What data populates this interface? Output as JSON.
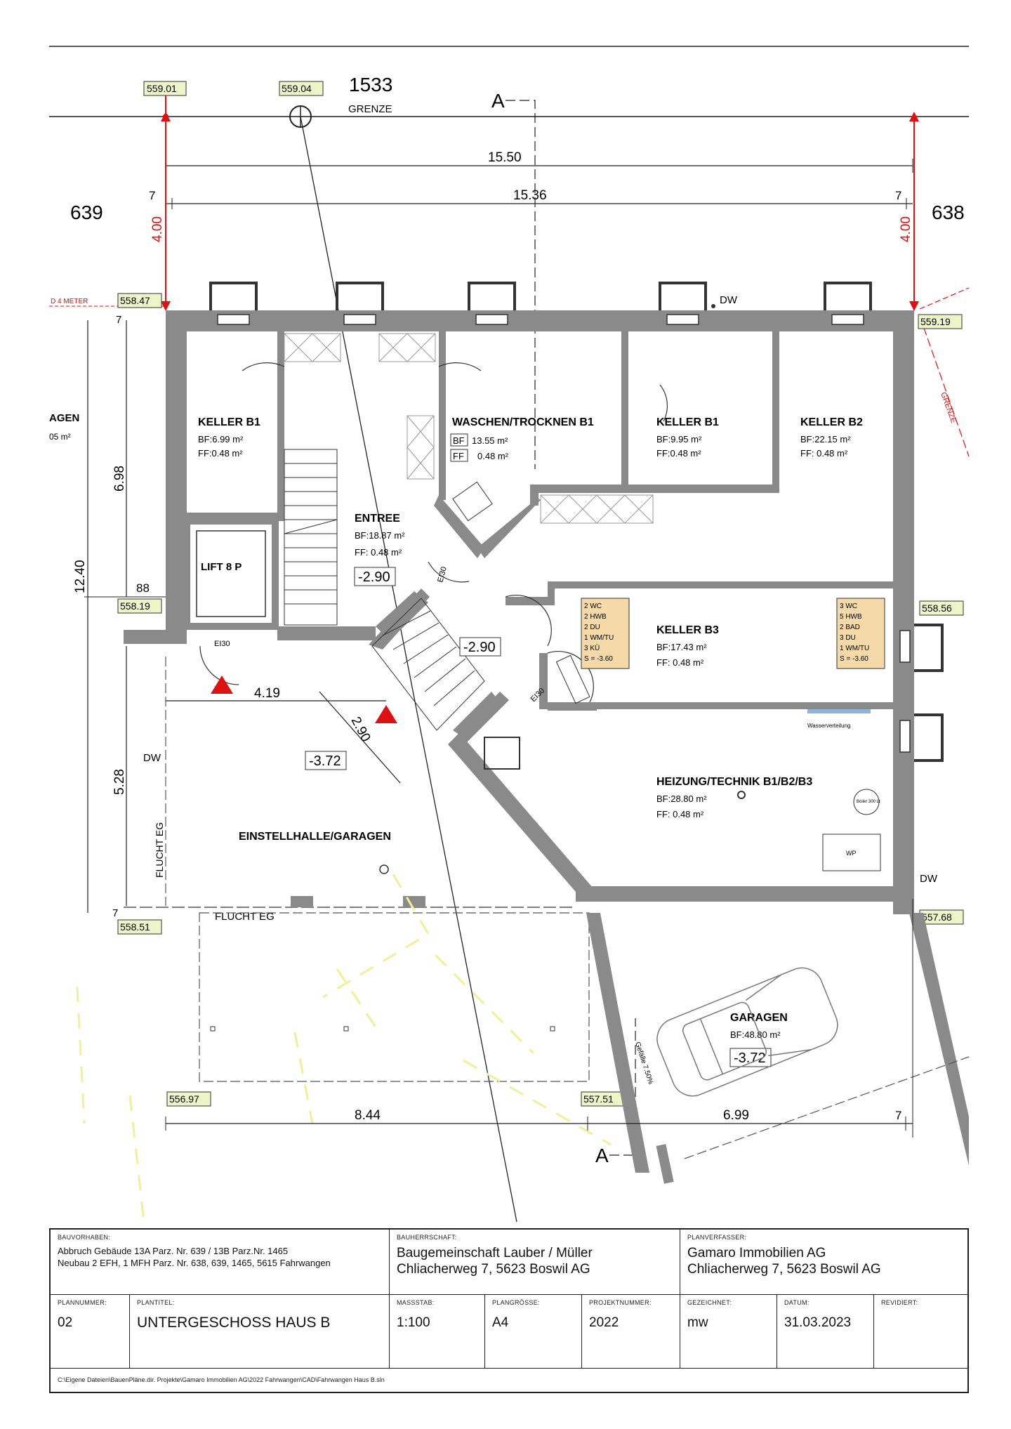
{
  "header": {
    "parcel_north": "1533",
    "boundary_label": "GRENZE",
    "parcel_west": "639",
    "parcel_east": "638",
    "section_marker": "A"
  },
  "elevations": {
    "e1": "559.01",
    "e2": "559.04",
    "e3": "558.47",
    "e4": "559.19",
    "e5": "558.19",
    "e6": "558.56",
    "e7": "558.51",
    "e8": "557.68",
    "e9": "556.97",
    "e10": "557.51"
  },
  "dimensions": {
    "total_width": "15.50",
    "inner_width": "15.36",
    "boundary_left": "4.00",
    "boundary_right": "4.00",
    "wall_left": "7",
    "wall_right": "7",
    "depth_total": "12.40",
    "depth_upper": "6.98",
    "depth_lower": "5.28",
    "d88": "88",
    "d419": "4.19",
    "d290": "2.90",
    "bottom_left": "8.44",
    "bottom_right": "6.99",
    "bottom_wall": "7",
    "corner_wall": "7"
  },
  "annotations": {
    "boundary_dist": "D 4 METER",
    "dw": "DW",
    "door_ei30": "EI30",
    "flucht": "FLUCHT EG",
    "wasserverteilung": "Wasserverteilung",
    "wp": "WP",
    "boiler": "Boiler 300 Lt",
    "grenze_diag": "GRENZE",
    "slope": "Gefälle 7.50%"
  },
  "rooms": {
    "keller_b1_left": {
      "name": "KELLER B1",
      "bf": "BF:6.99 m²",
      "ff": "FF:0.48 m²"
    },
    "waschen": {
      "name": "WASCHEN/TROCKNEN B1",
      "bf": "13.55 m²",
      "ff": "0.48 m²",
      "bf_tag": "BF",
      "ff_tag": "FF"
    },
    "keller_b1_right": {
      "name": "KELLER B1",
      "bf": "BF:9.95 m²",
      "ff": "FF:0.48 m²"
    },
    "keller_b2": {
      "name": "KELLER B2",
      "bf": "BF:22.15 m²",
      "ff": "FF:  0.48 m²"
    },
    "entree": {
      "name": "ENTREE",
      "bf": "BF:18.87 m²",
      "ff": "FF:  0.48 m²"
    },
    "lift": {
      "name": "LIFT 8 P"
    },
    "keller_b3": {
      "name": "KELLER B3",
      "bf": "BF:17.43 m²",
      "ff": "FF:  0.48 m²"
    },
    "heizung": {
      "name": "HEIZUNG/TECHNIK B1/B2/B3",
      "bf": "BF:28.80 m²",
      "ff": "FF:  0.48 m²"
    },
    "einstellhalle": {
      "name": "EINSTELLHALLE/GARAGEN"
    },
    "garagen": {
      "name": "GARAGEN",
      "bf": "BF:48.80 m²"
    },
    "garage_left": {
      "name": "AGEN",
      "bf": "05 m²"
    }
  },
  "levels": {
    "entree": "-2.90",
    "hall": "-2.90",
    "einstellhalle": "-3.72",
    "garagen": "-3.72"
  },
  "sanitary_left": [
    "2 WC",
    "2 HWB",
    "2 DU",
    "1 WM/TU",
    "3 KÜ",
    "S = -3.60"
  ],
  "sanitary_right": [
    "3 WC",
    "5 HWB",
    "2 BAD",
    "3 DU",
    "1 WM/TU",
    "S = -3.60"
  ],
  "title_block": {
    "bauvorhaben_label": "BAUVORHABEN:",
    "bauvorhaben_line1": "Abbruch Gebäude 13A Parz. Nr. 639 / 13B Parz.Nr. 1465",
    "bauvorhaben_line2": "Neubau 2 EFH, 1 MFH Parz. Nr. 638, 639, 1465, 5615 Fahrwangen",
    "bauherrschaft_label": "BAUHERRSCHAFT:",
    "bauherrschaft_line1": "Baugemeinschaft Lauber / Müller",
    "bauherrschaft_line2": "Chliacherweg 7, 5623 Boswil AG",
    "planverfasser_label": "PLANVERFASSER:",
    "planverfasser_line1": "Gamaro Immobilien AG",
    "planverfasser_line2": "Chliacherweg 7, 5623 Boswil AG",
    "plannummer_label": "PLANNUMMER:",
    "plannummer": "02",
    "plantitel_label": "PLANTITEL:",
    "plantitel": "UNTERGESCHOSS HAUS B",
    "massstab_label": "MASSSTAB:",
    "massstab": "1:100",
    "plangroesse_label": "PLANGRÖSSE:",
    "plangroesse": "A4",
    "projektnummer_label": "PROJEKTNUMMER:",
    "projektnummer": "2022",
    "gezeichnet_label": "GEZEICHNET:",
    "gezeichnet": "mw",
    "datum_label": "DATUM:",
    "datum": "31.03.2023",
    "revidiert_label": "REVIDIERT:",
    "revidiert": "",
    "path": "C:\\Eigene Dateien\\BauenPläne.dir. Projekte\\Gamaro Immobilien AG\\2022 Fahrwangen\\CAD\\Fahrwangen Haus B.sln"
  }
}
